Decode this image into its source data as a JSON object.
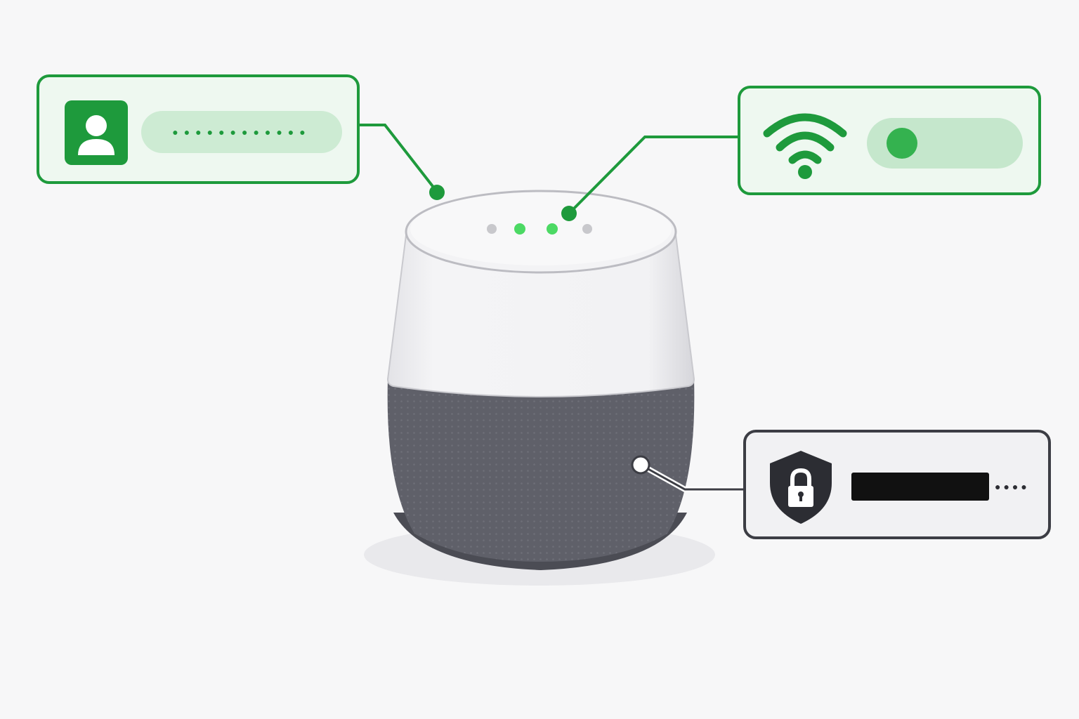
{
  "colors": {
    "background": "#f7f7f8",
    "accent_green": "#1e9a3c",
    "accent_green_dark": "#178a32",
    "card_green_fill": "#eef8f0",
    "pill_green_fill": "#cdebd3",
    "toggle_knob": "#34b24f",
    "led_green": "#4cd964",
    "led_gray": "#c8c8cc",
    "device_top": "#f1f1f3",
    "device_fabric": "#5f6069",
    "device_base": "#4b4c54",
    "security_border": "#3c3d44",
    "security_fill": "#f1f1f3",
    "shield_fill": "#2c2d33",
    "masked_bar": "#111111"
  },
  "account_card": {
    "icon": "user-account-icon",
    "masked_value": "●●●●●●●●●●●●"
  },
  "wifi_card": {
    "icon": "wifi-icon",
    "toggle_on": true
  },
  "security_card": {
    "icon": "shield-lock-icon",
    "trailing_mask": "●●●●"
  },
  "device": {
    "icon": "smart-speaker",
    "leds": [
      "off",
      "on",
      "on",
      "off"
    ]
  }
}
